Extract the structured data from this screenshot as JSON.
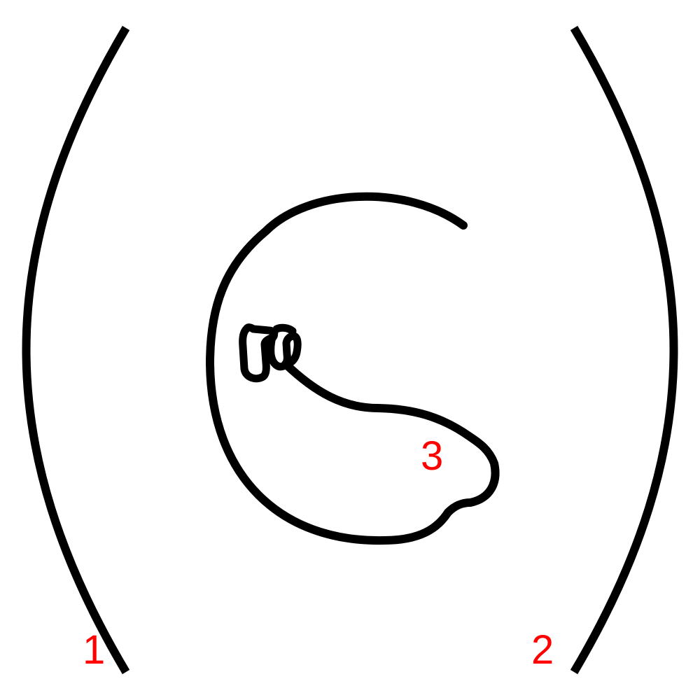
{
  "figure": {
    "background_color": "#ffffff",
    "stroke_color": "#000000",
    "label_color": "#ff0000",
    "strokes": [
      {
        "id": "left-parenthesis",
        "label": "1"
      },
      {
        "id": "right-parenthesis",
        "label": "2"
      },
      {
        "id": "curl-stroke",
        "label": "3"
      }
    ]
  }
}
